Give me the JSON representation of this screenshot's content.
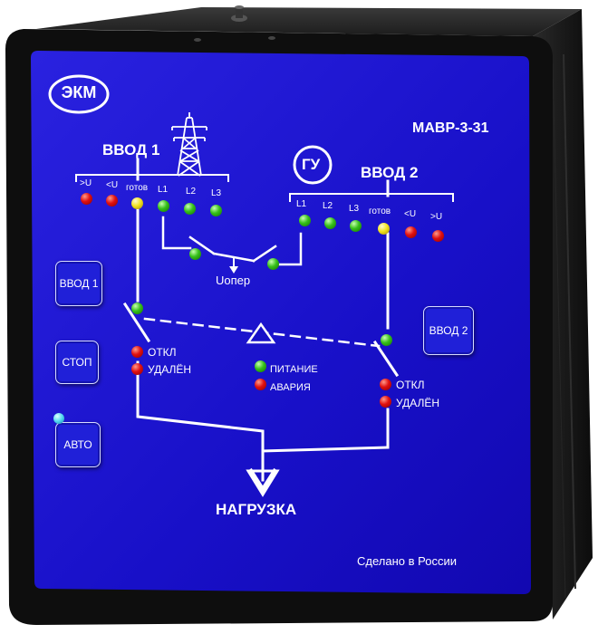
{
  "brand": {
    "logo": "ЭКМ",
    "model": "МАВР-3-31",
    "made_in": "Сделано в России"
  },
  "input1": {
    "title": "ВВОД 1",
    "indicators": [
      ">U",
      "<U",
      "готов",
      "L1",
      "L2",
      "L3"
    ]
  },
  "input2": {
    "title": "ВВОД 2",
    "gu_label": "ГУ",
    "indicators": [
      "L1",
      "L2",
      "L3",
      "готов",
      "<U",
      ">U"
    ]
  },
  "u_oper": "Uопер",
  "buttons": {
    "input1": "ВВОД 1",
    "input2": "ВВОД 2",
    "stop": "СТОП",
    "auto": "АВТО"
  },
  "status_left": {
    "off": "ОТКЛ",
    "remote": "УДАЛЁН"
  },
  "status_right": {
    "off": "ОТКЛ",
    "remote": "УДАЛЁН"
  },
  "status_center": {
    "power": "ПИТАНИЕ",
    "alarm": "АВАРИЯ"
  },
  "load_label": "НАГРУЗКА",
  "colors": {
    "panel": "#1a14d0",
    "housing": "#111111",
    "led_red": "#e01010",
    "led_green": "#36c01a",
    "led_yellow": "#f2e420",
    "led_cyan": "#4fd6f0"
  }
}
